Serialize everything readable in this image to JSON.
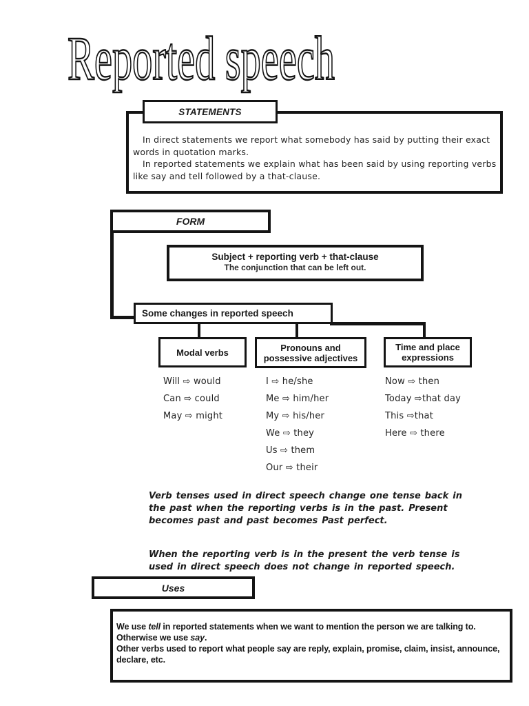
{
  "page": {
    "title": "Reported speech"
  },
  "statements": {
    "label": "STATEMENTS",
    "paragraphs": [
      "In direct statements we report what somebody has said by putting their exact words in quotation marks.",
      "In reported statements we explain what has been said by using reporting verbs like say and tell followed by a that-clause."
    ]
  },
  "form": {
    "label": "FORM",
    "rule_title": "Subject + reporting verb + that-clause",
    "rule_note": "The conjunction that can be left out."
  },
  "changes": {
    "label": "Some changes in reported speech",
    "arrow_glyph": "⇨",
    "columns": [
      {
        "heading": "Modal verbs",
        "items": [
          "Will ⇨ would",
          "Can ⇨ could",
          "May ⇨ might"
        ]
      },
      {
        "heading": "Pronouns and possessive adjectives",
        "items": [
          "I ⇨ he/she",
          "Me ⇨ him/her",
          "My ⇨ his/her",
          "We ⇨ they",
          "Us ⇨ them",
          "Our ⇨ their"
        ]
      },
      {
        "heading": "Time and place expressions",
        "items": [
          "Now ⇨ then",
          "Today ⇨that day",
          "This ⇨that",
          "Here ⇨ there"
        ]
      }
    ]
  },
  "notes": {
    "tense_note": "Verb tenses used in direct speech change one tense back in the past when the reporting verbs is in the past. Present becomes past and past becomes Past perfect.",
    "present_note": "When the reporting verb is in the present the verb tense is used in direct speech does not change in reported speech."
  },
  "uses": {
    "label": "Uses",
    "paragraphs": [
      [
        {
          "t": "We use "
        },
        {
          "t": "tell",
          "i": true
        },
        {
          "t": " in reported statements when we want to mention the person we are talking to."
        }
      ],
      [
        {
          "t": "Otherwise we use "
        },
        {
          "t": "say",
          "i": true
        },
        {
          "t": "."
        }
      ],
      [
        {
          "t": "Other verbs used to report what people say are reply, explain, promise, claim, insist, announce, declare, etc."
        }
      ]
    ]
  }
}
